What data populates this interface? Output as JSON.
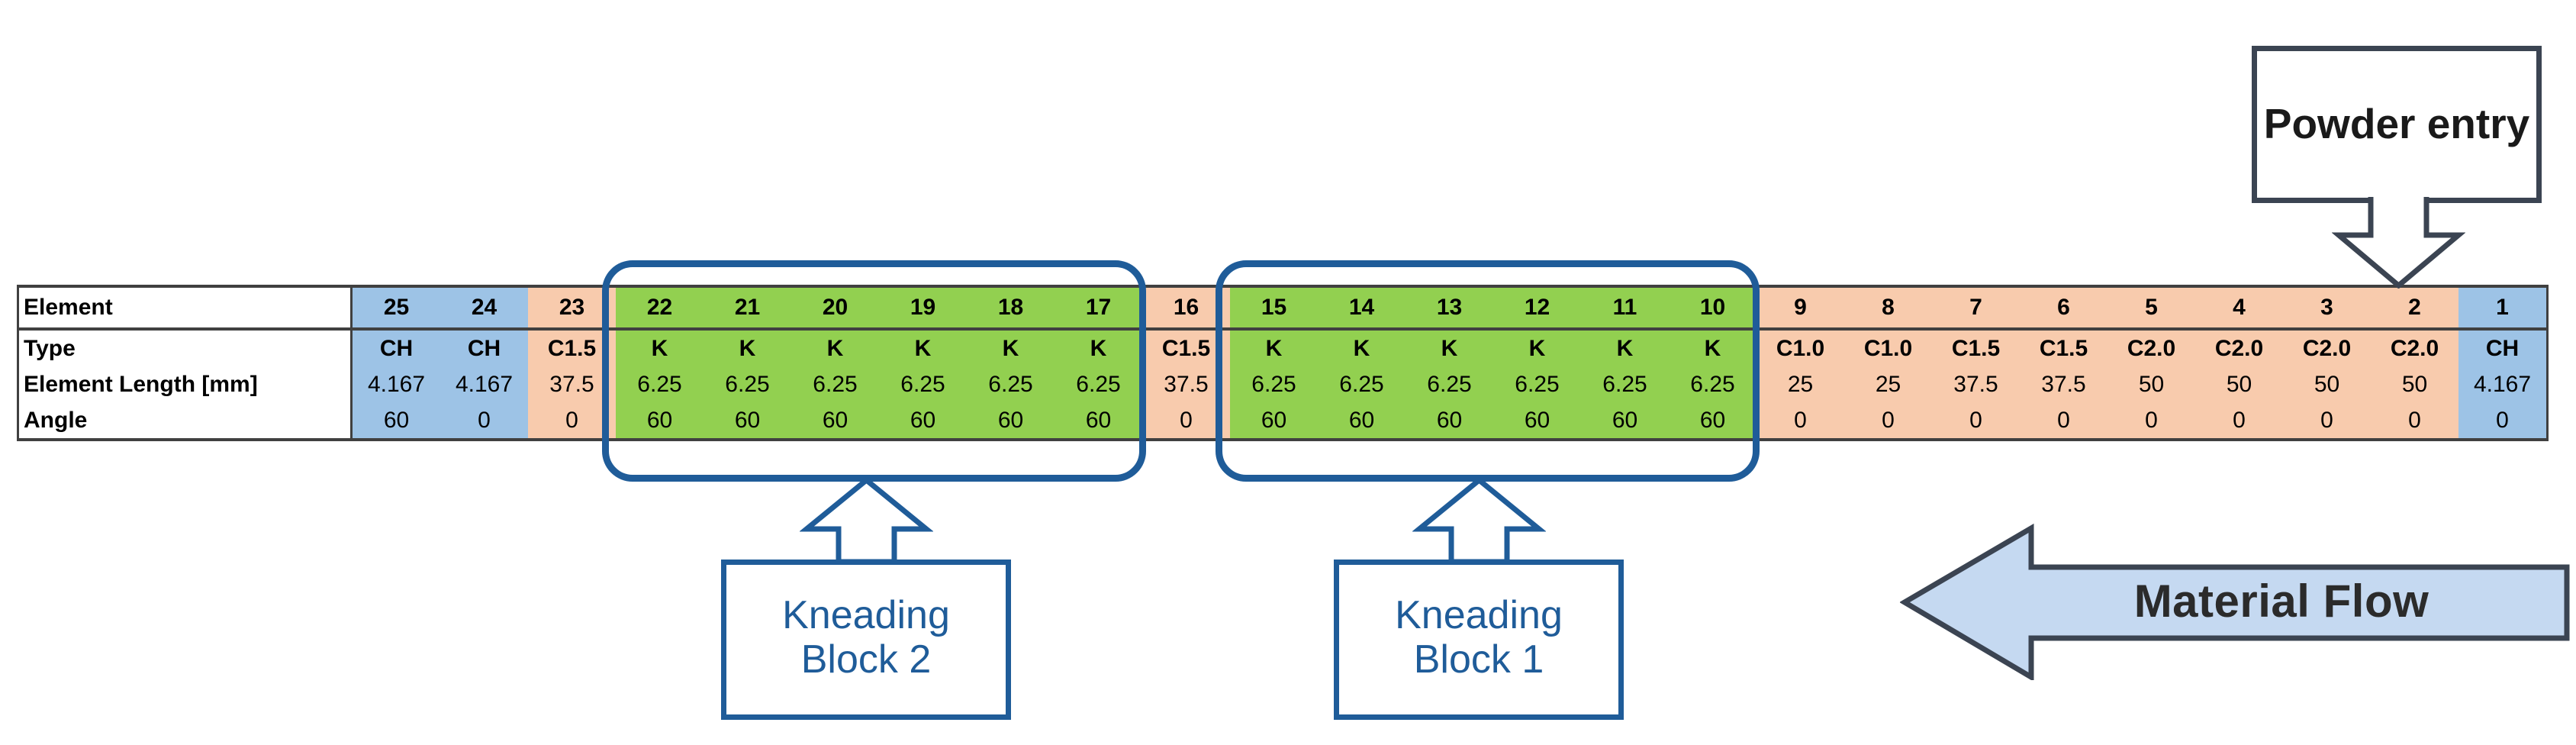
{
  "table": {
    "row_labels": [
      "Element",
      "Type",
      "Element Length [mm]",
      "Angle"
    ],
    "columns": [
      {
        "element": "25",
        "type": "CH",
        "length": "4.167",
        "angle": "60",
        "color": "blue"
      },
      {
        "element": "24",
        "type": "CH",
        "length": "4.167",
        "angle": "0",
        "color": "blue"
      },
      {
        "element": "23",
        "type": "C1.5",
        "length": "37.5",
        "angle": "0",
        "color": "orange"
      },
      {
        "element": "22",
        "type": "K",
        "length": "6.25",
        "angle": "60",
        "color": "green"
      },
      {
        "element": "21",
        "type": "K",
        "length": "6.25",
        "angle": "60",
        "color": "green"
      },
      {
        "element": "20",
        "type": "K",
        "length": "6.25",
        "angle": "60",
        "color": "green"
      },
      {
        "element": "19",
        "type": "K",
        "length": "6.25",
        "angle": "60",
        "color": "green"
      },
      {
        "element": "18",
        "type": "K",
        "length": "6.25",
        "angle": "60",
        "color": "green"
      },
      {
        "element": "17",
        "type": "K",
        "length": "6.25",
        "angle": "60",
        "color": "green"
      },
      {
        "element": "16",
        "type": "C1.5",
        "length": "37.5",
        "angle": "0",
        "color": "orange"
      },
      {
        "element": "15",
        "type": "K",
        "length": "6.25",
        "angle": "60",
        "color": "green"
      },
      {
        "element": "14",
        "type": "K",
        "length": "6.25",
        "angle": "60",
        "color": "green"
      },
      {
        "element": "13",
        "type": "K",
        "length": "6.25",
        "angle": "60",
        "color": "green"
      },
      {
        "element": "12",
        "type": "K",
        "length": "6.25",
        "angle": "60",
        "color": "green"
      },
      {
        "element": "11",
        "type": "K",
        "length": "6.25",
        "angle": "60",
        "color": "green"
      },
      {
        "element": "10",
        "type": "K",
        "length": "6.25",
        "angle": "60",
        "color": "green"
      },
      {
        "element": "9",
        "type": "C1.0",
        "length": "25",
        "angle": "0",
        "color": "orange"
      },
      {
        "element": "8",
        "type": "C1.0",
        "length": "25",
        "angle": "0",
        "color": "orange"
      },
      {
        "element": "7",
        "type": "C1.5",
        "length": "37.5",
        "angle": "0",
        "color": "orange"
      },
      {
        "element": "6",
        "type": "C1.5",
        "length": "37.5",
        "angle": "0",
        "color": "orange"
      },
      {
        "element": "5",
        "type": "C2.0",
        "length": "50",
        "angle": "0",
        "color": "orange"
      },
      {
        "element": "4",
        "type": "C2.0",
        "length": "50",
        "angle": "0",
        "color": "orange"
      },
      {
        "element": "3",
        "type": "C2.0",
        "length": "50",
        "angle": "0",
        "color": "orange"
      },
      {
        "element": "2",
        "type": "C2.0",
        "length": "50",
        "angle": "0",
        "color": "orange"
      },
      {
        "element": "1",
        "type": "CH",
        "length": "4.167",
        "angle": "0",
        "color": "blue"
      }
    ]
  },
  "annotations": {
    "powder_entry": {
      "line1": "Powder",
      "line2": "entry"
    },
    "kneading_block_2": {
      "line1": "Kneading",
      "line2": "Block 2"
    },
    "kneading_block_1": {
      "line1": "Kneading",
      "line2": "Block 1"
    },
    "material_flow": {
      "label": "Material Flow"
    }
  },
  "colors": {
    "blue_cell": "#9DC3E6",
    "orange_cell": "#F8CBAD",
    "green_cell": "#92D050",
    "highlight_blue": "#1F5C99",
    "callout_gray": "#3B4452",
    "arrow_fill": "#C5D9F1",
    "text_dark": "#2b2b2b"
  }
}
